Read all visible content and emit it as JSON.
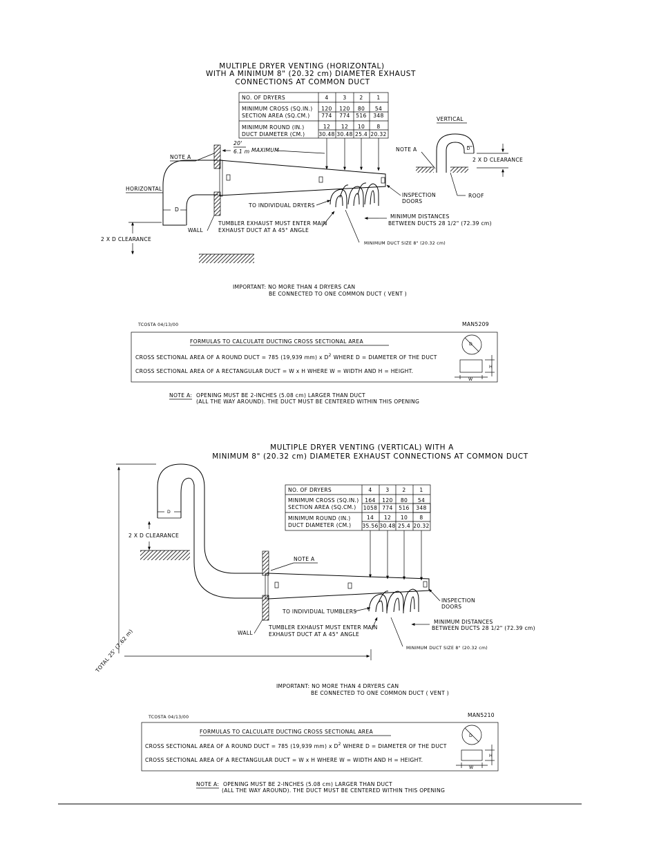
{
  "top": {
    "title_lines": [
      "MULTIPLE DRYER VENTING (HORIZONTAL)",
      "WITH A MINIMUM 8\" (20.32 cm) DIAMETER EXHAUST",
      "CONNECTIONS AT COMMON DUCT"
    ],
    "table": {
      "header_label": "NO. OF DRYERS",
      "header_values": [
        "4",
        "3",
        "2",
        "1"
      ],
      "row1_labels": [
        "MINIMUM CROSS (SQ.IN.)",
        "SECTION AREA (SQ.CM.)"
      ],
      "row1_in": [
        "120",
        "120",
        "80",
        "54"
      ],
      "row1_cm": [
        "774",
        "774",
        "516",
        "348"
      ],
      "row2_labels": [
        "MINIMUM ROUND (IN.)",
        "DUCT DIAMETER (CM.)"
      ],
      "row2_in": [
        "12",
        "12",
        "10",
        "8"
      ],
      "row2_cm": [
        "30.48",
        "30.48",
        "25.4",
        "20.32"
      ]
    },
    "vertical_label": "VERTICAL",
    "note_a": "NOTE A",
    "note_a_right": "NOTE A",
    "two_x_d_clearance_right": "2 X D CLEARANCE",
    "roof": "ROOF",
    "maximum": "MAXIMUM",
    "max_ft": "20'",
    "max_m": "6.1 m",
    "horizontal": "HORIZONTAL",
    "d_label": "D",
    "d_label_right": "D",
    "wall": "WALL",
    "to_individual_dryers": "TO INDIVIDUAL DRYERS",
    "inspection_doors": [
      "INSPECTION",
      "DOORS"
    ],
    "tumbler_exhaust": [
      "TUMBLER EXHAUST MUST ENTER MAIN",
      "EXHAUST DUCT AT A 45° ANGLE"
    ],
    "min_distances": [
      "MINIMUM DISTANCES",
      "BETWEEN DUCTS 28 1/2\" (72.39 cm)"
    ],
    "min_duct_size": "MINIMUM DUCT SIZE 8\" (20.32 cm)",
    "two_x_d_clearance": "2 X D CLEARANCE",
    "important": [
      "IMPORTANT: NO MORE THAN 4 DRYERS CAN",
      "BE CONNECTED TO ONE COMMON DUCT ( VENT )"
    ],
    "author": "TCOSTA 04/13/00",
    "drawing_no": "MAN5209",
    "formulas_title": "FORMULAS TO CALCULATE DUCTING CROSS SECTIONAL AREA",
    "formula_round": "CROSS SECTIONAL AREA OF A ROUND DUCT = 785 (19,939 mm) x D",
    "formula_round_sup": "2",
    "formula_round_tail": "WHERE D = DIAMETER OF THE DUCT",
    "formula_rect": "CROSS SECTIONAL AREA OF A RECTANGULAR DUCT = W x H WHERE W = WIDTH AND H = HEIGHT.",
    "sym_d": "D",
    "sym_h": "H",
    "sym_w": "W",
    "note_a_text_head": "NOTE A:",
    "note_a_text": [
      "OPENING MUST BE 2-INCHES (5.08 cm) LARGER THAN DUCT",
      "(ALL THE WAY AROUND). THE DUCT MUST BE CENTERED WITHIN THIS OPENING"
    ]
  },
  "bottom": {
    "title_lines": [
      "MULTIPLE DRYER VENTING (VERTICAL) WITH A",
      "MINIMUM 8\" (20.32 cm) DIAMETER EXHAUST CONNECTIONS AT COMMON DUCT"
    ],
    "table": {
      "header_label": "NO. OF DRYERS",
      "header_values": [
        "4",
        "3",
        "2",
        "1"
      ],
      "row1_labels": [
        "MINIMUM CROSS (SQ.IN.)",
        "SECTION AREA (SQ.CM.)"
      ],
      "row1_in": [
        "164",
        "120",
        "80",
        "54"
      ],
      "row1_cm": [
        "1058",
        "774",
        "516",
        "348"
      ],
      "row2_labels": [
        "MINIMUM ROUND (IN.)",
        "DUCT DIAMETER (CM.)"
      ],
      "row2_in": [
        "14",
        "12",
        "10",
        "8"
      ],
      "row2_cm": [
        "35.56",
        "30.48",
        "25.4",
        "20.32"
      ]
    },
    "d_label": "D",
    "two_x_d_clearance": "2 X D CLEARANCE",
    "note_a": "NOTE A",
    "inspection_doors": [
      "INSPECTION",
      "DOORS"
    ],
    "to_individual_tumblers": "TO INDIVIDUAL TUMBLERS",
    "wall": "WALL",
    "tumbler_exhaust": [
      "TUMBLER EXHAUST MUST ENTER MAIN",
      "EXHAUST DUCT AT A 45° ANGLE"
    ],
    "min_distances": [
      "MINIMUM DISTANCES",
      "BETWEEN DUCTS 28 1/2\" (72.39 cm)"
    ],
    "min_duct_size": "MINIMUM DUCT SIZE 8\" (20.32 cm)",
    "total": "TOTAL 25' (7.62 m)",
    "important": [
      "IMPORTANT: NO MORE THAN 4 DRYERS CAN",
      "BE CONNECTED TO ONE COMMON DUCT ( VENT )"
    ],
    "author": "TCOSTA 04/13/00",
    "drawing_no": "MAN5210",
    "formulas_title": "FORMULAS TO CALCULATE DUCTING CROSS SECTIONAL AREA",
    "formula_round": "CROSS SECTIONAL AREA OF A ROUND DUCT = 785 (19,939 mm) x D",
    "formula_round_sup": "2",
    "formula_round_tail": "WHERE D = DIAMETER OF THE DUCT",
    "formula_rect": "CROSS SECTIONAL AREA OF A RECTANGULAR DUCT = W x H WHERE W = WIDTH AND H = HEIGHT.",
    "sym_d": "D",
    "sym_h": "H",
    "sym_w": "W",
    "note_a_text_head": "NOTE A:",
    "note_a_text": [
      "OPENING MUST BE 2-INCHES (5.08 cm) LARGER THAN DUCT",
      "(ALL THE WAY AROUND). THE DUCT MUST BE CENTERED WITHIN THIS OPENING"
    ]
  }
}
